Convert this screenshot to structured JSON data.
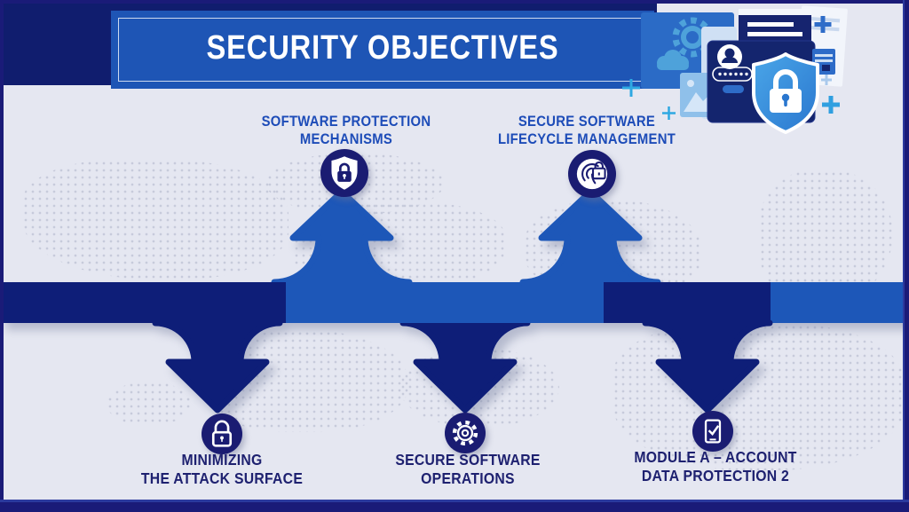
{
  "title": {
    "text": "SECURITY OBJECTIVES"
  },
  "nodes": {
    "top": [
      {
        "line1": "SOFTWARE PROTECTION",
        "line2": "MECHANISMS",
        "icon": "shield-lock-icon"
      },
      {
        "line1": "SECURE SOFTWARE",
        "line2": "LIFECYCLE MANAGEMENT",
        "icon": "fingerprint-lock-icon"
      }
    ],
    "bottom": [
      {
        "line1": "MINIMIZING",
        "line2": "THE ATTACK SURFACE",
        "icon": "padlock-icon"
      },
      {
        "line1": "SECURE SOFTWARE",
        "line2": "OPERATIONS",
        "icon": "gear-icon"
      },
      {
        "line1": "MODULE A – ACCOUNT",
        "line2": "DATA PROTECTION 2",
        "icon": "phone-check-icon"
      }
    ]
  },
  "illustration": {
    "items": [
      "monitor-gear",
      "cloud",
      "document",
      "login-card",
      "avatar",
      "password-dots",
      "photo-thumbnail",
      "shield-lock",
      "credit-card",
      "plus-marks"
    ]
  },
  "colors": {
    "background": "#e5e7f1",
    "border_navy": "#1a1b78",
    "header_navy": "#101d6e",
    "banner_blue": "#1e55b5",
    "ribbon_navy": "#0e1e78",
    "ribbon_blue": "#1d57b8",
    "badge_navy": "#1a1c72",
    "label_blue": "#1d4cb8",
    "label_navy": "#1e2170",
    "dots_gray": "#c7cbdb",
    "accent_cyan": "#2ea8e2",
    "illus_blue": "#2b6bc6",
    "illus_light": "#4ea2da",
    "title_white": "#ffffff"
  }
}
